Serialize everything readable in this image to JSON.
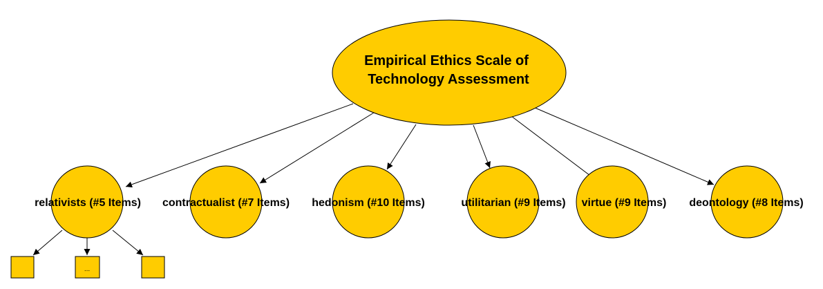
{
  "root": {
    "label_line1": "Empirical Ethics Scale of",
    "label_line2": "Technology Assessment"
  },
  "subscales": [
    {
      "label": "relativists (#5 Items)"
    },
    {
      "label": "contractualist (#7 Items)"
    },
    {
      "label": "hedonism (#10 Items)"
    },
    {
      "label": "utilitarian (#9 Items)"
    },
    {
      "label": "virtue (#9 Items)"
    },
    {
      "label": "deontology (#8 Items)"
    }
  ],
  "items": [
    {
      "label": ""
    },
    {
      "label": "..."
    },
    {
      "label": ""
    }
  ],
  "colors": {
    "node_fill": "#FFCC00",
    "stroke": "#000000"
  }
}
